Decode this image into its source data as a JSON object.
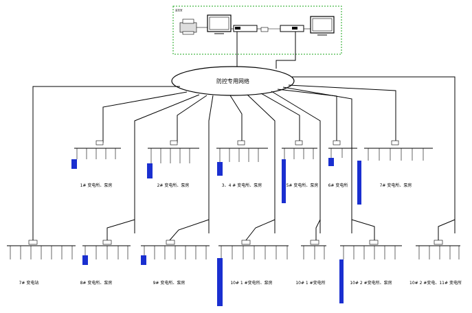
{
  "monitor_room": {
    "title": "监控室",
    "border_color": "#1aa51a",
    "devices": [
      {
        "name": "printer-icon",
        "label": ""
      },
      {
        "name": "monitor-icon-left",
        "label": ""
      },
      {
        "name": "server-unit-left",
        "label": ""
      },
      {
        "name": "monitor-icon-right",
        "label": ""
      }
    ]
  },
  "network": {
    "cloud_label": "防控专用网络"
  },
  "upper_stations": [
    {
      "id": "s1",
      "label": "1# 变电所、泵房"
    },
    {
      "id": "s2",
      "label": "2# 变电所、泵房"
    },
    {
      "id": "s3",
      "label": "3、4 # 变电所、泵房"
    },
    {
      "id": "s4",
      "label": "5# 变电所、泵房"
    },
    {
      "id": "s5",
      "label": "6# 变电所"
    },
    {
      "id": "s6",
      "label": "7# 变电所、泵房"
    }
  ],
  "lower_stations": [
    {
      "id": "l1",
      "label": "7# 变电站"
    },
    {
      "id": "l2",
      "label": "8# 变电所、泵房"
    },
    {
      "id": "l3",
      "label": "9# 变电所、泵房"
    },
    {
      "id": "l4",
      "label": "10# 1 #变电所、泵房"
    },
    {
      "id": "l5",
      "label": "10# 1 #变电所"
    },
    {
      "id": "l6",
      "label": "10# 2 #变电所、泵房"
    },
    {
      "id": "l7",
      "label": "10# 2 #变电、11# 变电所"
    }
  ],
  "colors": {
    "line": "#000000",
    "device_blue": "#1a2fd0",
    "room_border": "#1aa51a"
  }
}
